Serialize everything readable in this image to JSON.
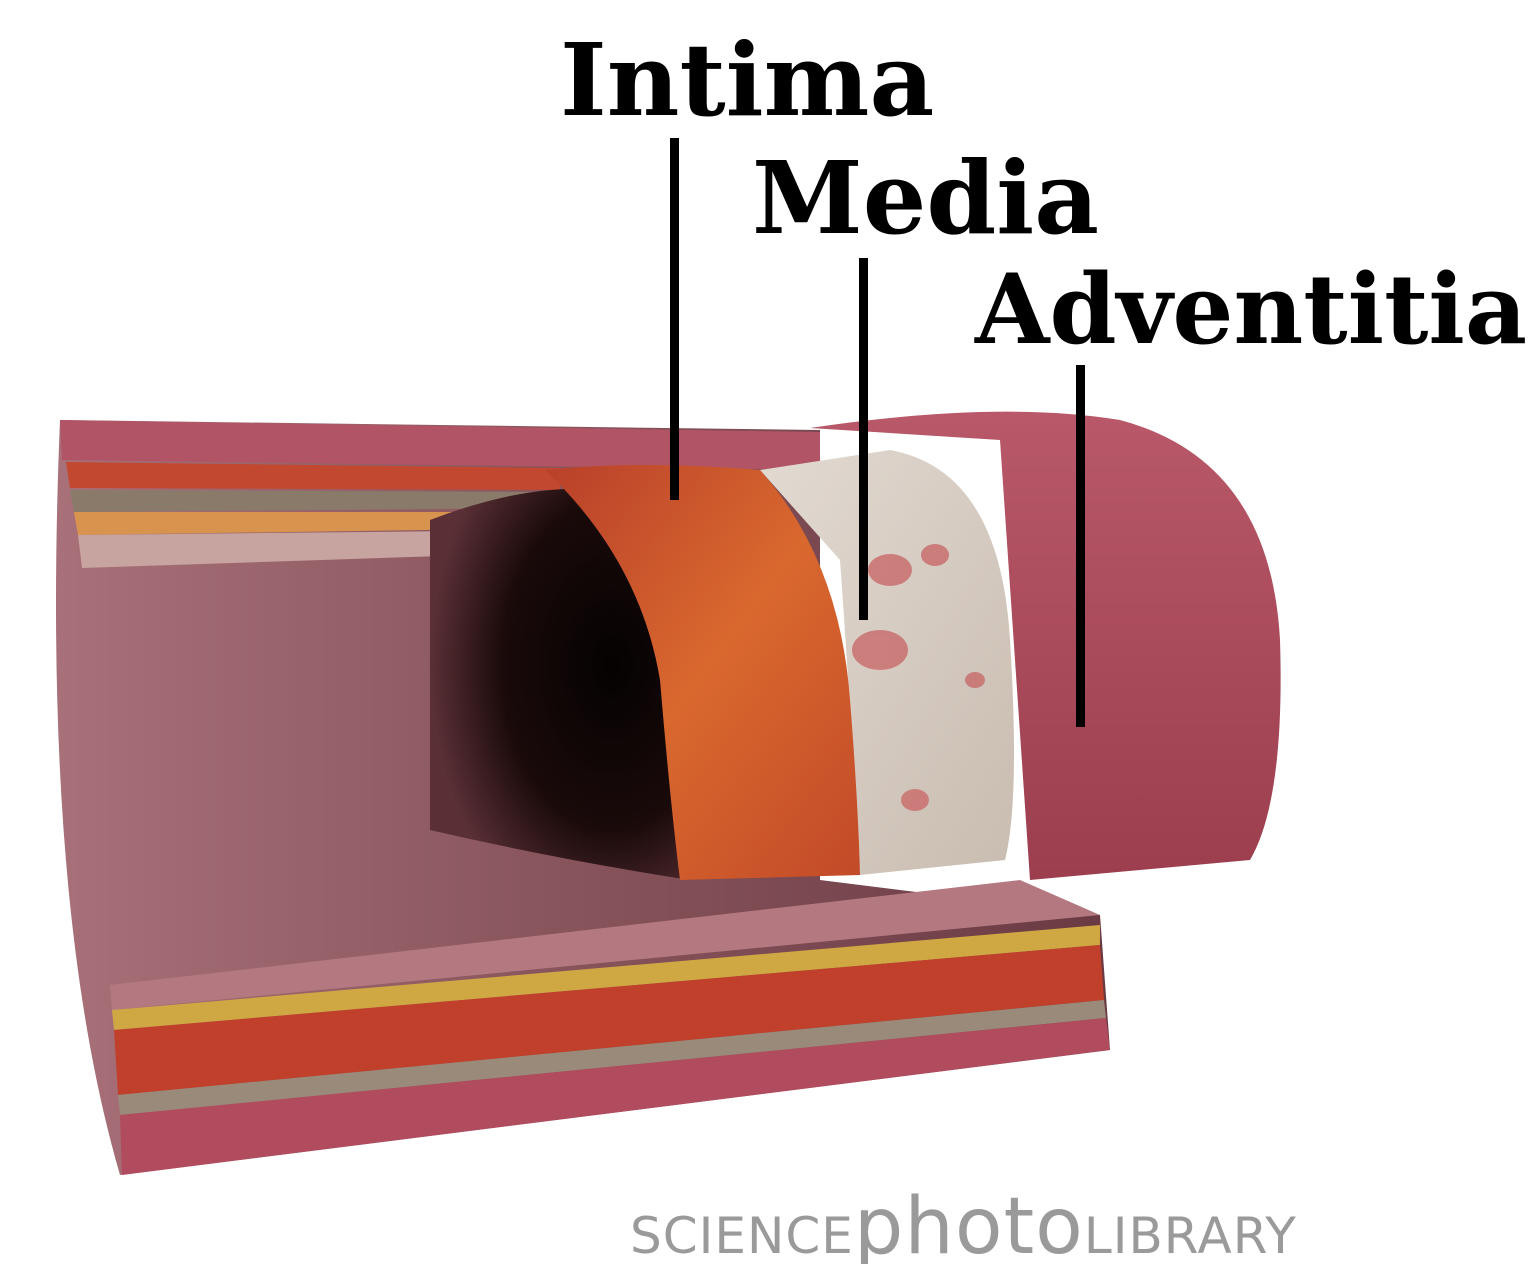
{
  "diagram": {
    "labels": {
      "intima": "Intima",
      "media": "Media",
      "adventitia": "Adventitia"
    },
    "watermark": {
      "part1": "SCIENCE",
      "part2": "photo",
      "part3": "LIBRARY"
    },
    "colors": {
      "outer_wall": "#b35060",
      "intima_layer": "#d0552a",
      "media_layer": "#d8cfc5",
      "lumen": "#140808",
      "label_text": "#000000",
      "watermark": "#9a9a9a"
    }
  }
}
